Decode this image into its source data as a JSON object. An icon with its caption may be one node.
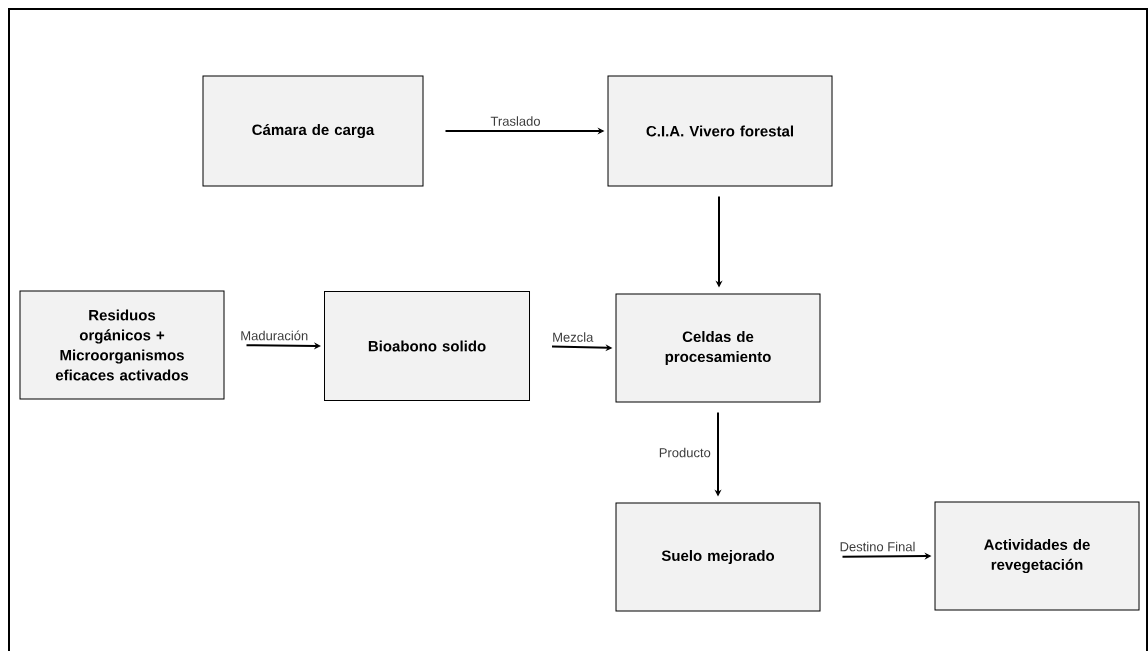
{
  "diagram": {
    "nodes": [
      {
        "text": [
          "Cámara de carga"
        ]
      },
      {
        "text": [
          "C.I.A. Vivero forestal"
        ]
      },
      {
        "text": [
          "Residuos orgánicos + Microorganismos eficaces activados"
        ]
      },
      {
        "text": [
          "Bioabono solido"
        ]
      },
      {
        "text": [
          "Celdas de procesamiento"
        ]
      },
      {
        "text": [
          "Suelo mejorado"
        ]
      },
      {
        "text": [
          "Actividades de revegetación"
        ]
      }
    ],
    "edges": [
      {
        "from": 0,
        "to": 1,
        "arrow": "to",
        "label": "Traslado"
      },
      {
        "from": 1,
        "to": 4,
        "arrow": "to"
      },
      {
        "from": 2,
        "to": 3,
        "arrow": "to",
        "label": "Maduración"
      },
      {
        "from": 3,
        "to": 4,
        "arrow": "to",
        "label": "Mezcla"
      },
      {
        "from": 4,
        "to": 5,
        "arrow": "to",
        "label": "Producto"
      },
      {
        "from": 5,
        "to": 6,
        "arrow": "to",
        "label": "Destino Final"
      }
    ]
  }
}
